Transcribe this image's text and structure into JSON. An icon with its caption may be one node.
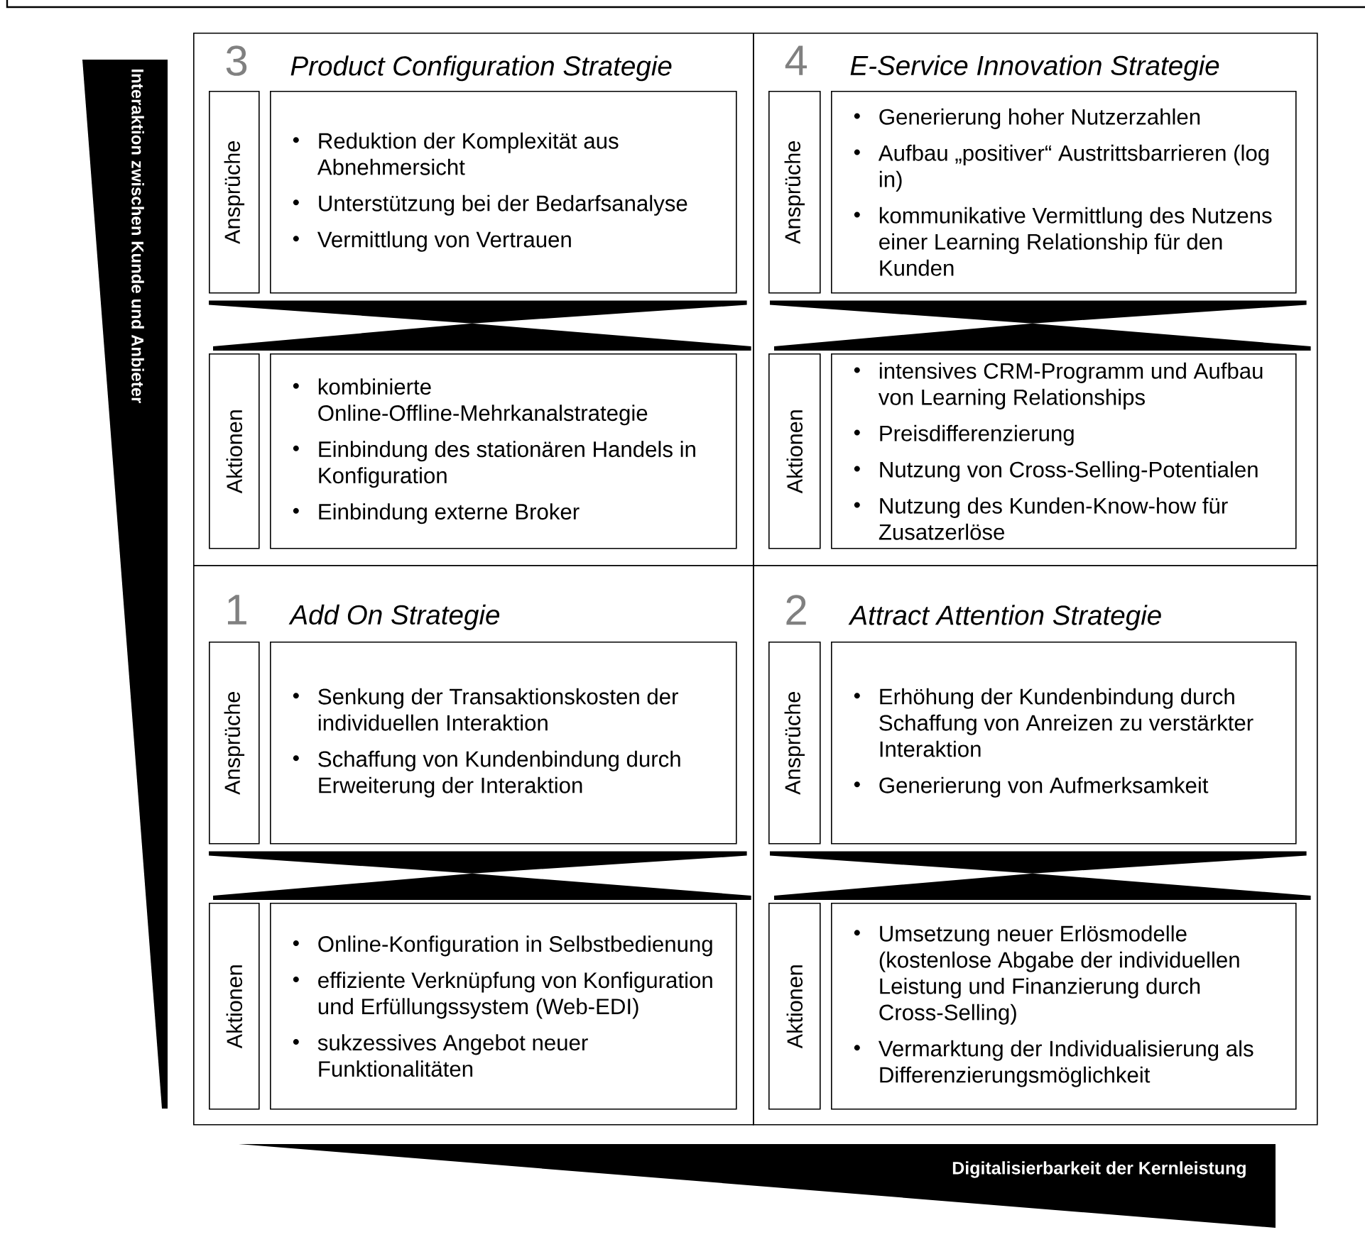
{
  "diagram": {
    "nodes": [
      {
        "text": [
          "3",
          "Product Configuration Strategie"
        ]
      },
      {
        "text": [
          "Ansprüche"
        ],
        "in": 0
      },
      {
        "text": [
          "Reduktion der Komplexität aus Abnehmersicht",
          "Unterstützung bei der Bedarfsanalyse",
          "Vermittlung von Vertrauen"
        ],
        "in": 0
      },
      {
        "text": [
          "Aktionen"
        ],
        "in": 0
      },
      {
        "text": [
          "kombinierte Online-Offline-Mehrkanalstrategie",
          "Einbindung des stationären Handels in Konfiguration",
          "Einbindung externe Broker"
        ],
        "in": 0
      },
      {
        "text": [
          "4",
          "E-Service Innovation Strategie"
        ]
      },
      {
        "text": [
          "Ansprüche"
        ],
        "in": 5
      },
      {
        "text": [
          "Generierung hoher Nutzerzahlen",
          "Aufbau „positiver“ Austrittsbarrieren (log in)",
          "kommunikative Vermittlung des Nutzens einer Learning Relationship für den Kunden"
        ],
        "in": 5
      },
      {
        "text": [
          "Aktionen"
        ],
        "in": 5
      },
      {
        "text": [
          "intensives CRM-Programm und Aufbau von Learning Relationships",
          "Preisdifferenzierung",
          "Nutzung von Cross-Selling-Potentialen",
          "Nutzung des Kunden-Know-how für Zusatzerlöse"
        ],
        "in": 5
      },
      {
        "text": [
          "1",
          "Add On Strategie"
        ]
      },
      {
        "text": [
          "Ansprüche"
        ],
        "in": 10
      },
      {
        "text": [
          "Senkung der Transaktionskosten der individuellen Interaktion",
          "Schaffung von Kundenbindung durch Erweiterung der Interaktion"
        ],
        "in": 10
      },
      {
        "text": [
          "Aktionen"
        ],
        "in": 10
      },
      {
        "text": [
          "Online-Konfiguration in Selbstbedienung",
          "effiziente Verknüpfung von Konfiguration und Erfüllungssystem (Web-EDI)",
          "sukzessives Angebot neuer Funktionalitäten"
        ],
        "in": 10
      },
      {
        "text": [
          "2",
          "Attract Attention Strategie"
        ]
      },
      {
        "text": [
          "Ansprüche"
        ],
        "in": 15
      },
      {
        "text": [
          "Erhöhung der Kundenbindung durch Schaffung von Anreizen zu verstärkter Interaktion",
          "Generierung von Aufmerksamkeit"
        ],
        "in": 15
      },
      {
        "text": [
          "Aktionen"
        ],
        "in": 15
      },
      {
        "text": [
          "Umsetzung neuer Erlösmodelle (kostenlose Abgabe der individuellen Leistung und Finanzierung durch Cross-Selling)",
          "Vermarktung der Individualisierung als Differenzierungsmöglichkeit"
        ],
        "in": 15
      }
    ],
    "edges": [
      {
        "from": 2,
        "to": 4,
        "arrow": "to"
      },
      {
        "from": 4,
        "to": 2,
        "arrow": "to"
      },
      {
        "from": 7,
        "to": 9,
        "arrow": "to"
      },
      {
        "from": 9,
        "to": 7,
        "arrow": "to"
      },
      {
        "from": 12,
        "to": 14,
        "arrow": "to"
      },
      {
        "from": 14,
        "to": 12,
        "arrow": "to"
      },
      {
        "from": 17,
        "to": 19,
        "arrow": "to"
      },
      {
        "from": 19,
        "to": 17,
        "arrow": "to"
      }
    ],
    "labels": [
      "Interaktion zwischen Kunde und Anbieter",
      "Digitalisierbarkeit der Kernleistung"
    ]
  }
}
